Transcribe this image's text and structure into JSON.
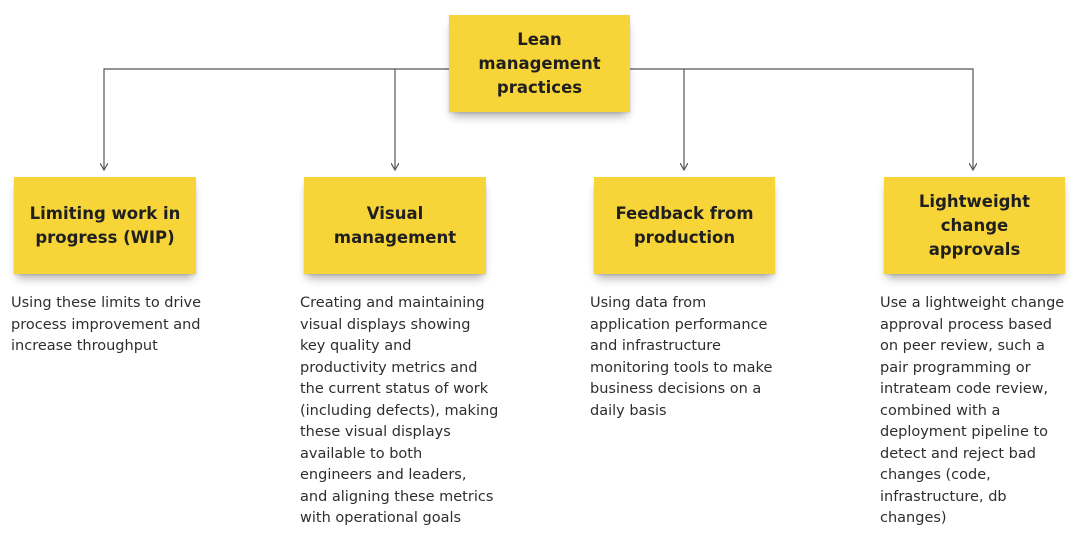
{
  "root": {
    "title": "Lean management\npractices"
  },
  "practices": [
    {
      "title": "Limiting work in\nprogress (WIP)",
      "description": "Using these limits to drive\nprocess improvement and\nincrease throughput"
    },
    {
      "title": "Visual\nmanagement",
      "description": "Creating and maintaining\nvisual displays showing\nkey quality and\nproductivity metrics and\nthe current status of work\n(including defects), making\nthese visual displays\navailable to both\nengineers and leaders,\nand aligning these metrics\nwith operational goals"
    },
    {
      "title": "Feedback from\nproduction",
      "description": "Using data from\napplication performance\nand infrastructure\nmonitoring tools to make\nbusiness decisions on a\ndaily basis"
    },
    {
      "title": "Lightweight\nchange approvals",
      "description": "Use a lightweight change\napproval process based\non peer review, such a\npair programming or\nintrateam code review,\ncombined with a\ndeployment pipeline to\ndetect and reject bad\nchanges (code,\ninfrastructure, db\nchanges)"
    }
  ],
  "colors": {
    "note": "#f7d538",
    "connector": "#555555",
    "text": "#2e2e2e"
  }
}
